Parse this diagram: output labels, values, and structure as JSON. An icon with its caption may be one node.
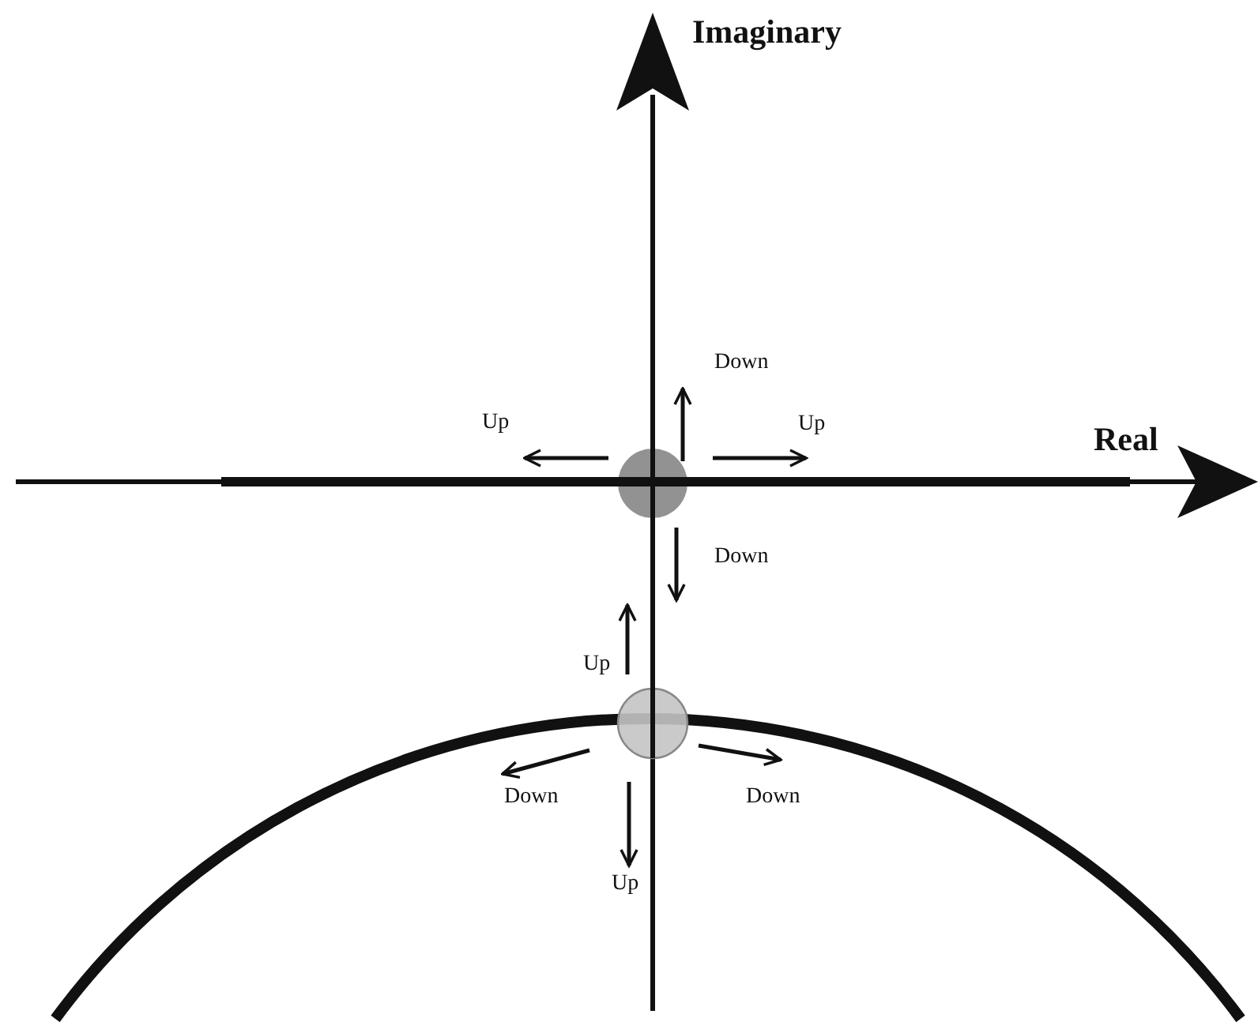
{
  "diagram": {
    "labels": [
      "Imaginary",
      "Down",
      "Up",
      "Up",
      "Real",
      "Down",
      "Up",
      "Down",
      "Down",
      "Up"
    ]
  }
}
